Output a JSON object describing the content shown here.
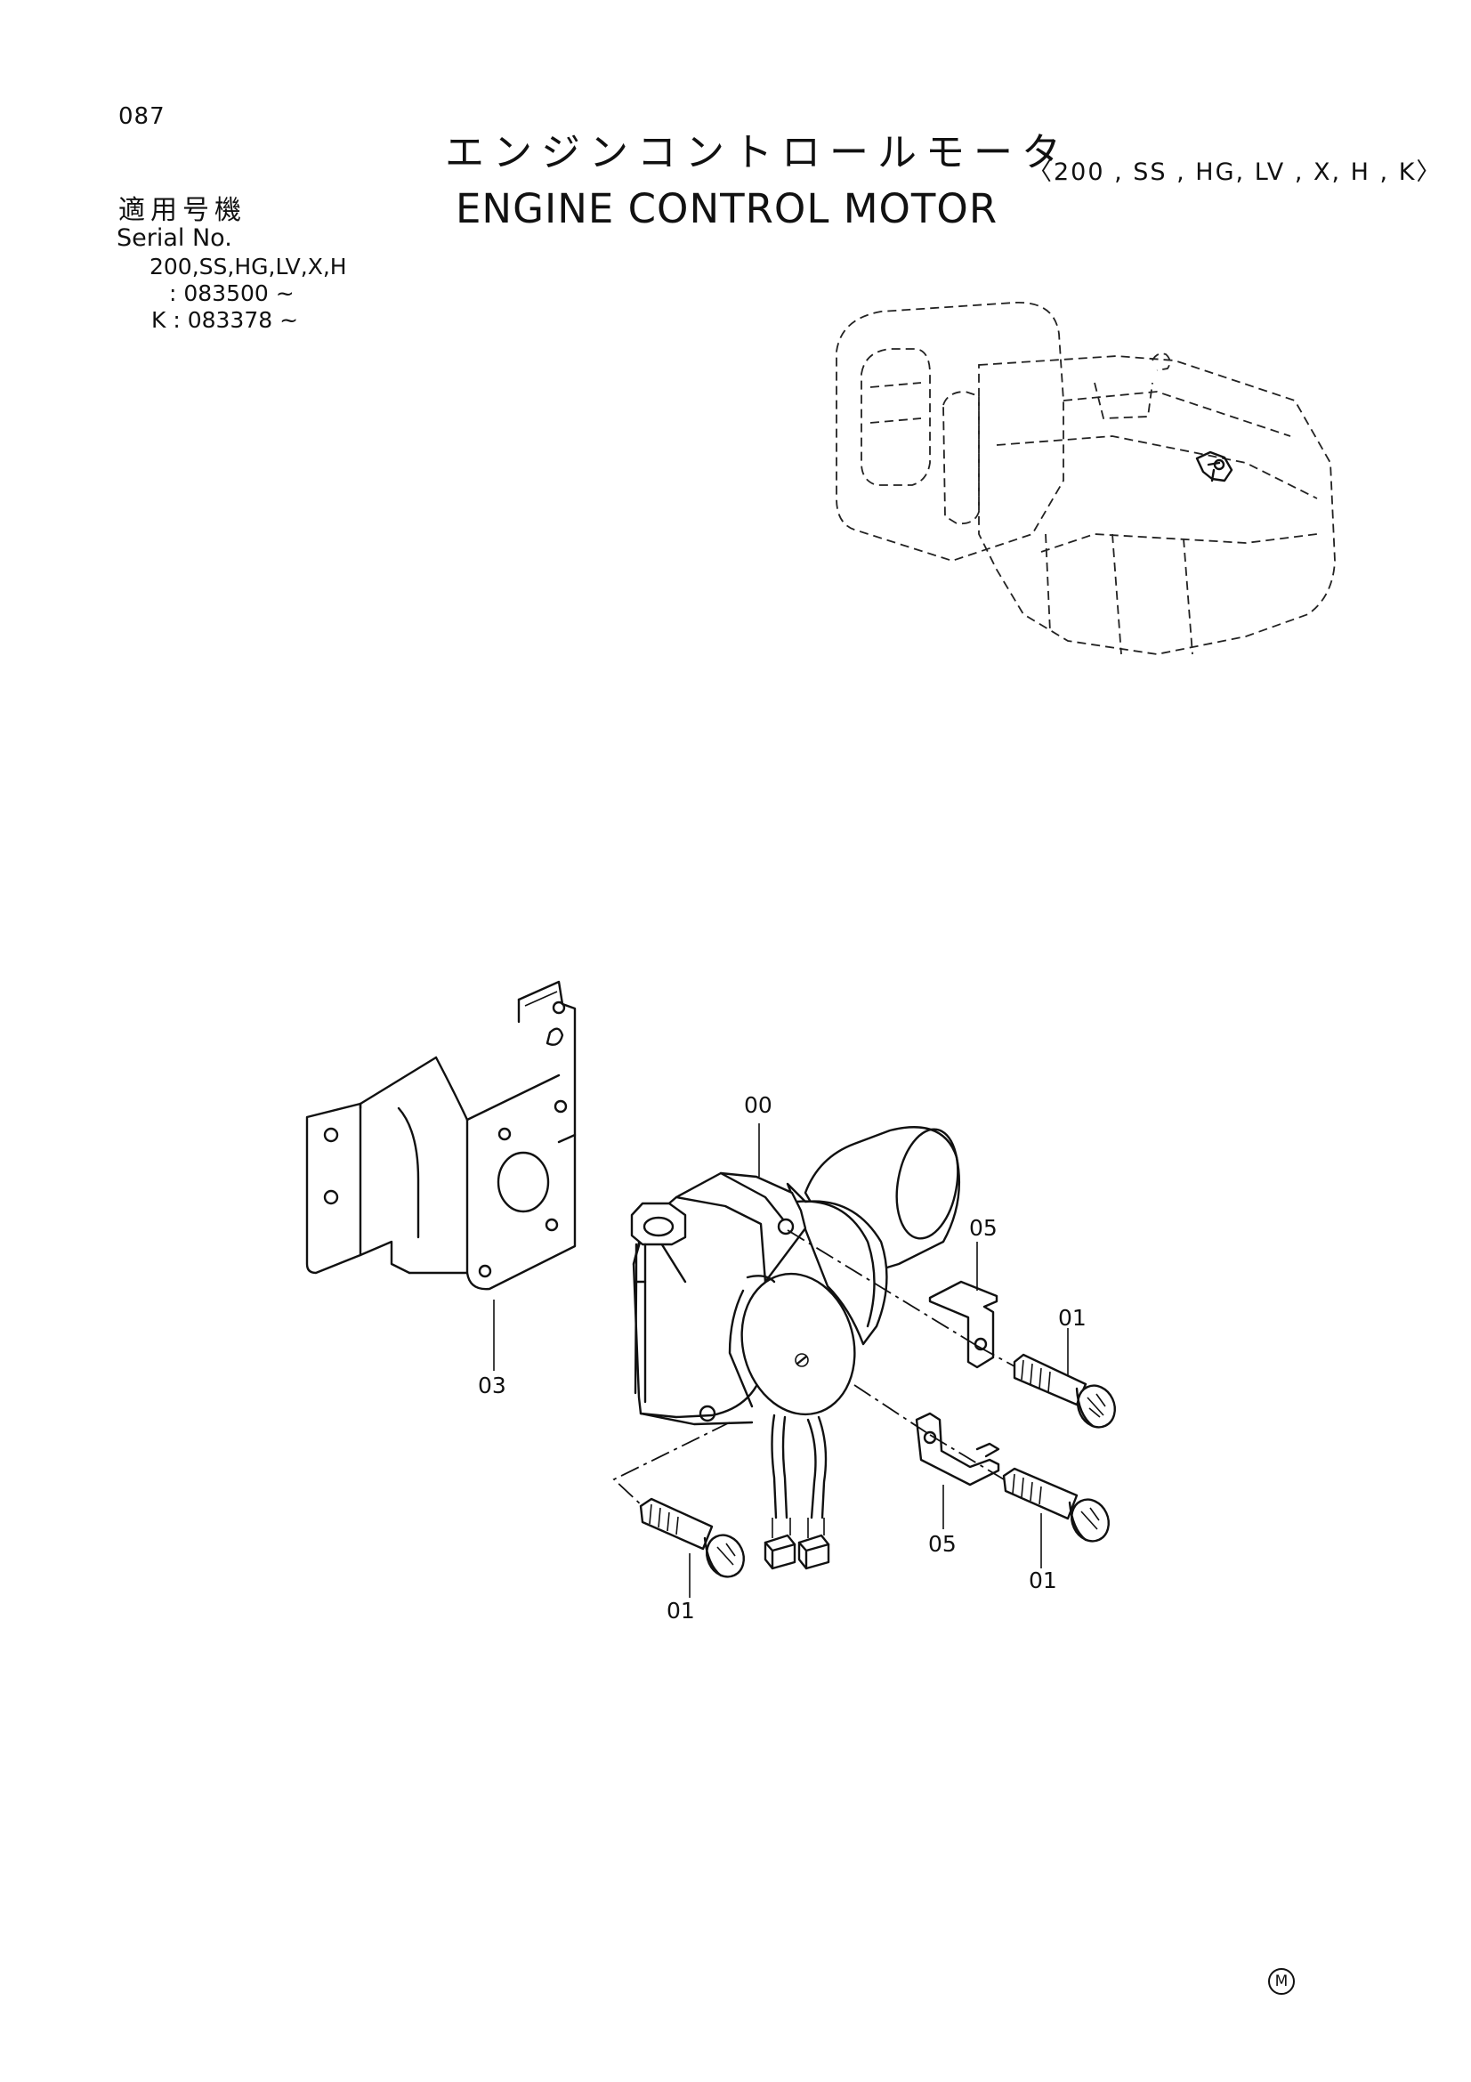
{
  "page": {
    "number": "087",
    "title_jp": "エンジンコントロールモータ",
    "title_models": "〈200 , SS , HG, LV , X, H , K〉",
    "title_en": "ENGINE CONTROL MOTOR"
  },
  "serial": {
    "label_jp": "適用号機",
    "label_en": "Serial No.",
    "lines": [
      "200,SS,HG,LV,X,H",
      ": 083500 ~",
      "K : 083378 ~"
    ]
  },
  "callouts": {
    "motor": "00",
    "bracket_upper": "05",
    "bolt_upper": "01",
    "mount_plate": "03",
    "bracket_lower": "05",
    "bolt_lower_right": "01",
    "bolt_lower_left": "01"
  },
  "footer": {
    "mark": "M"
  }
}
